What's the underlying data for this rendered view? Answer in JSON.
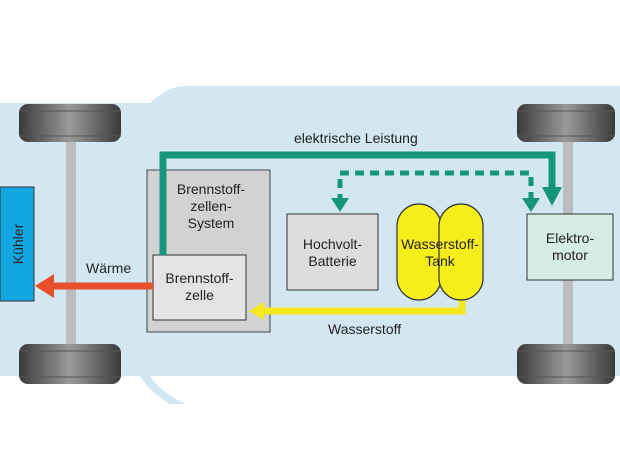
{
  "colors": {
    "car_body": "#d3e7f2",
    "tire": "#8c8c8c",
    "tire_dark": "#2f2f2f",
    "axle": "#b5b5b5",
    "cooler": "#12a7e0",
    "fc_system": "#d1d2d3",
    "fuel_cell": "#e4e4e6",
    "battery": "#dcddde",
    "tank": "#f6ee1a",
    "motor": "#d5ede3",
    "electric": "#15967a",
    "hydrogen": "#f7e71f",
    "heat": "#e8502b"
  },
  "labels": {
    "cooler": "Kühler",
    "heat": "Wärme",
    "fc_system": [
      "Brennstoff-",
      "zellen-",
      "System"
    ],
    "fuel_cell": [
      "Brennstoff-",
      "zelle"
    ],
    "battery": [
      "Hochvolt-",
      "Batterie"
    ],
    "tank": [
      "Wasserstoff-",
      "Tank"
    ],
    "motor": [
      "Elektro-",
      "motor"
    ],
    "electric_power": "elektrische Leistung",
    "hydrogen": "Wasserstoff"
  }
}
